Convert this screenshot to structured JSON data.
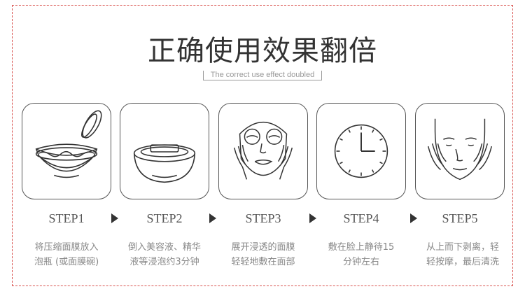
{
  "title": "正确使用效果翻倍",
  "subtitle": "The correct use effect doubled",
  "steps": [
    {
      "label": "STEP1",
      "line1": "将压缩面膜放入",
      "line2": "泡瓶 (或面膜碗)",
      "icon": "bowl-with-lid-icon"
    },
    {
      "label": "STEP2",
      "line1": "倒入美容液、精华",
      "line2": "液等浸泡约3分钟",
      "icon": "bowl-soaking-icon"
    },
    {
      "label": "STEP3",
      "line1": "展开浸透的面膜",
      "line2": "轻轻地敷在面部",
      "icon": "face-mask-icon"
    },
    {
      "label": "STEP4",
      "line1": "敷在脸上静待15",
      "line2": "分钟左右",
      "icon": "clock-icon"
    },
    {
      "label": "STEP5",
      "line1": "从上而下剥离，轻",
      "line2": "轻按摩，最后清洗",
      "icon": "face-massage-icon"
    }
  ],
  "colors": {
    "border": "#d9534f",
    "stroke": "#555555",
    "text": "#888888"
  }
}
